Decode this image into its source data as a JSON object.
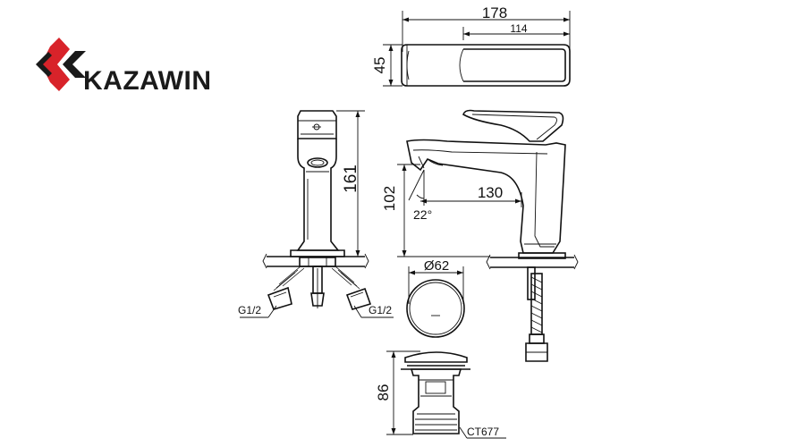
{
  "brand": {
    "name": "KAZAWIN",
    "logo_color": "#d8232a",
    "logo_dark": "#1a1a1a"
  },
  "dimensions": {
    "total_length": "178",
    "top_length": "114",
    "top_height": "45",
    "side_height": "161",
    "spout_height": "102",
    "spout_reach": "130",
    "spout_angle": "22°",
    "drain_diameter": "Ø62",
    "drain_height": "86",
    "connector_left": "G1/2",
    "connector_right": "G1/2"
  },
  "part": {
    "drain_code": "CT677"
  }
}
